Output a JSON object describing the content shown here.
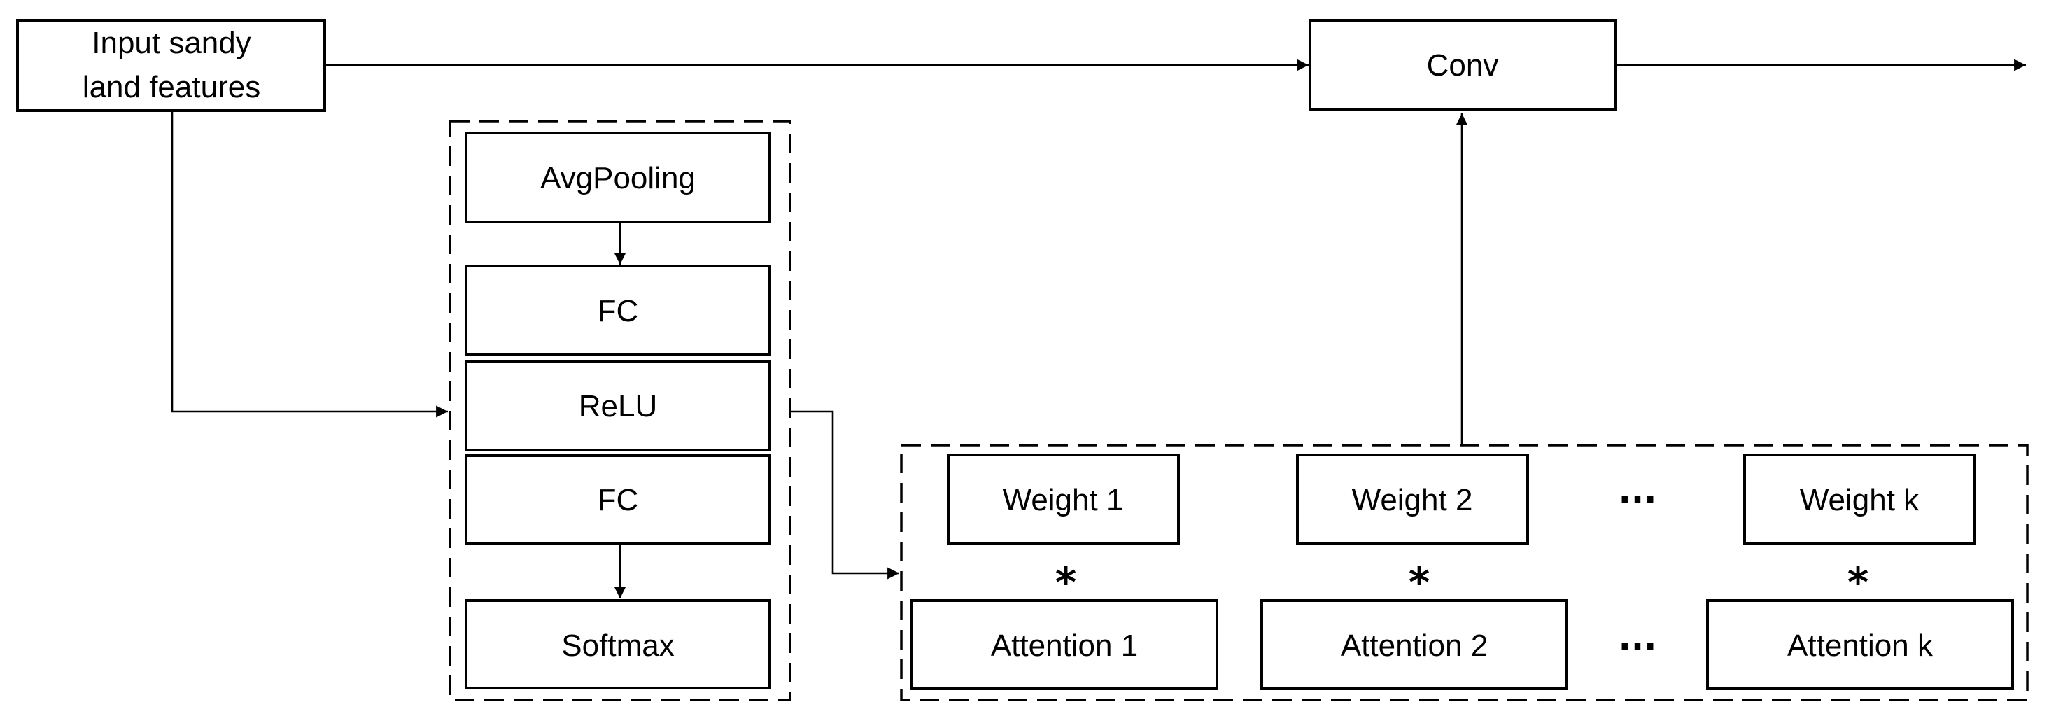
{
  "input": {
    "line1": "Input sandy",
    "line2": "land features"
  },
  "conv": {
    "label": "Conv"
  },
  "branch": {
    "avgpool": "AvgPooling",
    "fc1": "FC",
    "relu": "ReLU",
    "fc2": "FC",
    "softmax": "Softmax"
  },
  "kernels": {
    "weights": [
      "Weight 1",
      "Weight 2",
      "Weight k"
    ],
    "attentions": [
      "Attention 1",
      "Attention 2",
      "Attention k"
    ],
    "multiply_symbol": "*",
    "ellipsis": "···"
  }
}
